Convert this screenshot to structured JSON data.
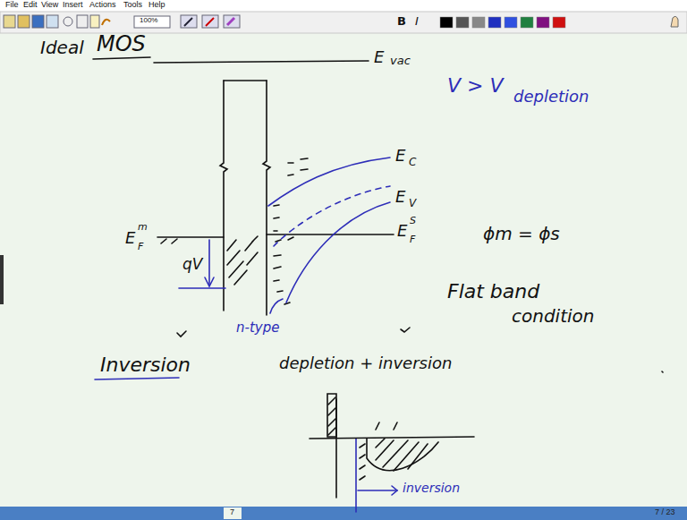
{
  "diagram": {
    "labels": [
      "File",
      "Edit",
      "View",
      "Insert",
      "Actions",
      "Tools",
      "Help",
      "100%",
      "B",
      "I",
      "Ideal",
      "MOS",
      "E",
      "vac",
      "V > V",
      "depletion",
      "E",
      "C",
      "E",
      "S",
      "F",
      "E",
      "V",
      "E",
      "m",
      "F",
      "qV",
      "n-type",
      "ϕm = ϕs",
      "Flat band",
      "condition",
      "Inversion",
      "depletion + inversion",
      "inversion",
      "7 / 23",
      "7"
    ]
  }
}
